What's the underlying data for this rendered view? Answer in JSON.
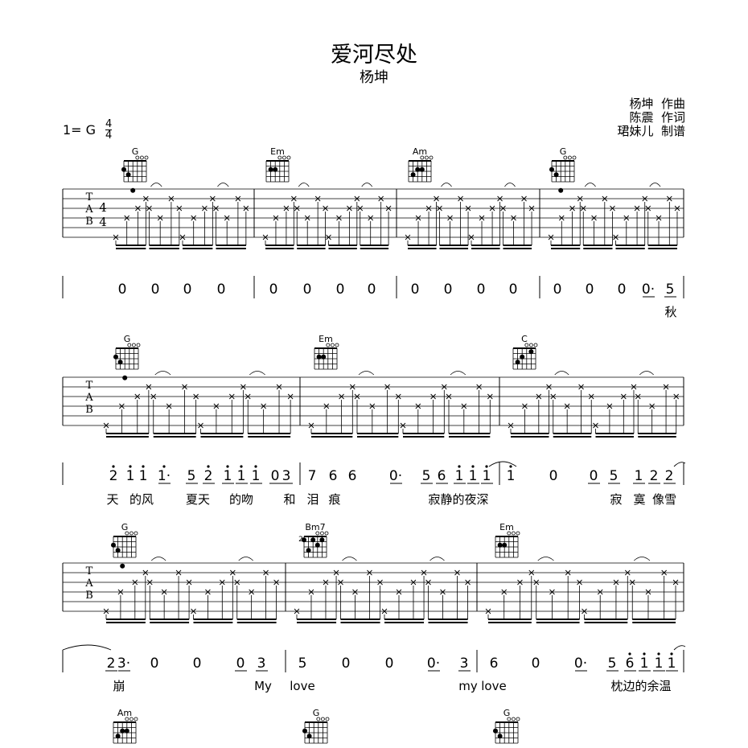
{
  "header": {
    "title": "爱河尽处",
    "artist": "杨坤",
    "credits": [
      "杨坤  作曲",
      "陈震  作词",
      "珺妹儿  制谱"
    ],
    "key_label": "1= G",
    "time_top": "4",
    "time_bottom": "4"
  },
  "tab_labels": [
    "T",
    "A",
    "B"
  ],
  "systems": [
    {
      "chords": [
        "G",
        "Em",
        "Am",
        "G"
      ],
      "numbers": [
        "0",
        "0",
        "0",
        "0",
        "0",
        "0",
        "0",
        "0",
        "0",
        "0",
        "0",
        "0",
        "0",
        "0",
        "0",
        "0·",
        "5"
      ],
      "lyrics": [
        "秋"
      ]
    },
    {
      "chords": [
        "G",
        "Em",
        "C"
      ],
      "numbers": [
        "2",
        "1",
        "1",
        "1·",
        "5",
        "2",
        "1",
        "1",
        "1",
        "0",
        "3",
        "7",
        "6",
        "6",
        "0·",
        "5",
        "6",
        "1",
        "1",
        "1",
        "1",
        "0",
        "0",
        "5",
        "1",
        "2",
        "2"
      ],
      "lyrics": [
        "天",
        "的风",
        "夏天",
        "的吻",
        "和",
        "泪",
        "痕",
        "寂静的夜深",
        "寂",
        "寞",
        "像雪"
      ]
    },
    {
      "chords": [
        "G",
        "Bm7",
        "Em"
      ],
      "numbers": [
        "2",
        "3·",
        "0",
        "0",
        "0",
        "3",
        "5",
        "0",
        "0",
        "0·",
        "3",
        "6",
        "0",
        "0·",
        "5",
        "6",
        "1",
        "1",
        "1"
      ],
      "lyrics": [
        "崩",
        "My",
        "love",
        "my",
        "love",
        "枕边的余温"
      ],
      "fret_label": "2"
    },
    {
      "chords": [
        "Am",
        "G",
        "G"
      ]
    }
  ]
}
